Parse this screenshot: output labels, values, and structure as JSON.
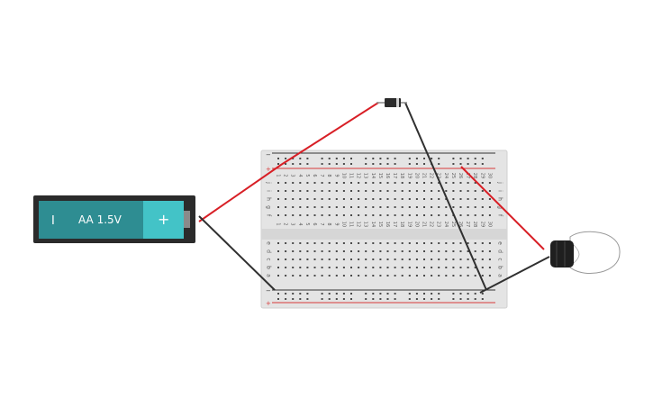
{
  "battery": {
    "neg_label": "I",
    "voltage_label": "AA 1.5V",
    "pos_label": "+",
    "colors": {
      "holder": "#2b2b2b",
      "cell": "#2e8d92",
      "cap": "#43c3c7"
    }
  },
  "breadboard": {
    "colors": {
      "body": "#e4e4e4",
      "hole": "#4a4a4a",
      "rail_red": "#d83a3a",
      "rail_black": "#333333"
    },
    "columns": 30,
    "top_rail_signs": {
      "minus": "−",
      "plus": "+"
    },
    "bottom_rail_signs": {
      "minus": "−",
      "plus": "+"
    },
    "upper_row_letters": [
      "j",
      "i",
      "h",
      "g",
      "f"
    ],
    "lower_row_letters": [
      "e",
      "d",
      "c",
      "b",
      "a"
    ],
    "column_numbers": [
      "1",
      "2",
      "3",
      "4",
      "5",
      "6",
      "7",
      "8",
      "9",
      "10",
      "11",
      "12",
      "13",
      "14",
      "15",
      "16",
      "17",
      "18",
      "19",
      "20",
      "21",
      "22",
      "23",
      "24",
      "25",
      "26",
      "27",
      "28",
      "29",
      "30"
    ]
  },
  "wires": {
    "red": "#d81f26",
    "black": "#303030"
  },
  "components": {
    "diode": "diode-icon",
    "bulb": "light-bulb-icon"
  }
}
